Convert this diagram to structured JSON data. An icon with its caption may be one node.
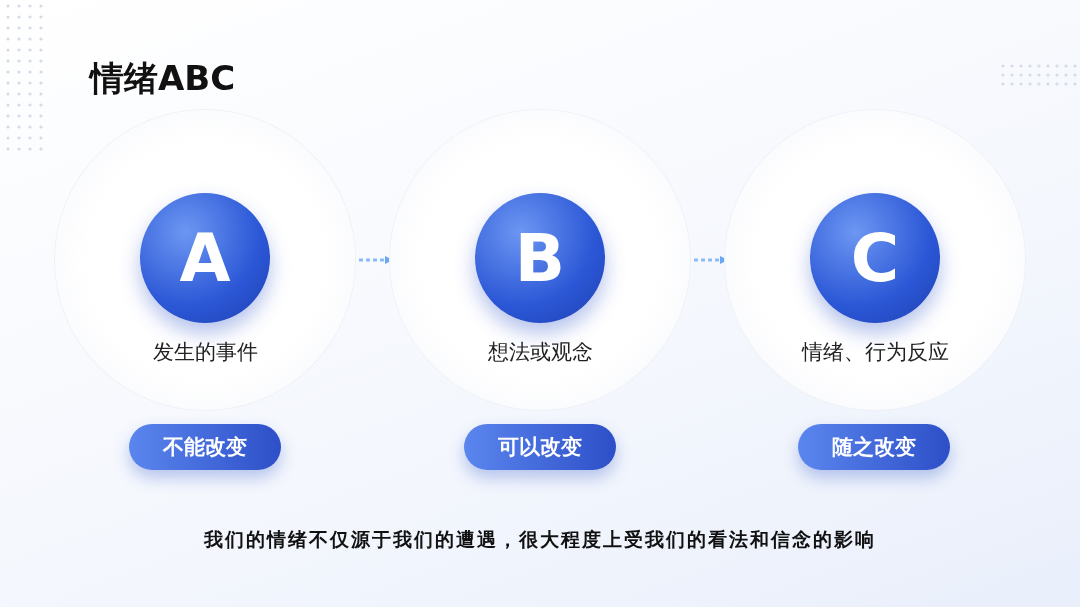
{
  "diagram": {
    "title": "情绪ABC",
    "nodes": [
      {
        "text": [
          "发生的事件"
        ]
      },
      {
        "text": [
          "A"
        ],
        "in": 0
      },
      {
        "text": [
          "想法或观念"
        ]
      },
      {
        "text": [
          "B"
        ],
        "in": 2
      },
      {
        "text": [
          "情绪、行为反应"
        ]
      },
      {
        "text": [
          "C"
        ],
        "in": 4
      },
      {
        "text": [
          "不能改变"
        ]
      },
      {
        "text": [
          "可以改变"
        ]
      },
      {
        "text": [
          "随之改变"
        ]
      }
    ],
    "edges": [
      {
        "from": 0,
        "to": 2,
        "arrow": "to",
        "style": "dashed"
      },
      {
        "from": 2,
        "to": 4,
        "arrow": "to",
        "style": "dashed"
      }
    ],
    "caption": "我们的情绪不仅源于我们的遭遇，很大程度上受我们的看法和信念的影响"
  }
}
